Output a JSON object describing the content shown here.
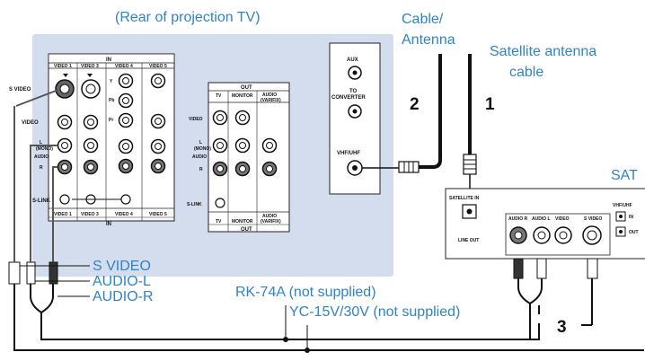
{
  "captions": {
    "rear_title": "(Rear of projection TV)",
    "cable_antenna_line1": "Cable/",
    "cable_antenna_line2": "Antenna",
    "satellite_line1": "Satellite antenna",
    "satellite_line2": "cable",
    "sat": "SAT",
    "s_video": "S VIDEO",
    "audio_l": "AUDIO-L",
    "audio_r": "AUDIO-R",
    "rk74a": "RK-74A (not supplied)",
    "yc15v": "YC-15V/30V (not supplied)"
  },
  "steps": {
    "one": "1",
    "two": "2",
    "three": "3"
  },
  "tv_in_panel": {
    "header": "IN",
    "footer": "IN",
    "columns": [
      "VIDEO 1",
      "VIDEO 3",
      "VIDEO 4",
      "VIDEO 5"
    ],
    "rows": [
      "S VIDEO",
      "VIDEO",
      "L",
      "(MONO)",
      "AUDIO",
      "R",
      "S-LINK"
    ],
    "sub_y": "Y",
    "sub_pb": "Pb",
    "sub_pr": "Pr"
  },
  "tv_out_panel": {
    "header": "OUT",
    "footer": "OUT",
    "columns": [
      "TV",
      "MONITOR",
      "AUDIO",
      "(VARIFIX)"
    ],
    "rows": [
      "VIDEO",
      "L",
      "(MONO)",
      "AUDIO",
      "R",
      "S-LINK"
    ]
  },
  "antenna_panel": {
    "aux": "AUX",
    "to": "TO",
    "converter": "CONVERTER",
    "vhf_uhf": "VHF/UHF"
  },
  "sat_box": {
    "satellite_in": "SATELLITE IN",
    "line_out": "LINE OUT",
    "audio_r": "AUDIO R",
    "audio_l": "AUDIO L",
    "video": "VIDEO",
    "s_video": "S VIDEO",
    "vhf_uhf": "VHF/UHF",
    "in": "IN",
    "out": "OUT"
  },
  "colors": {
    "panel_bg": "#d3ddee",
    "caption": "#2f84c6"
  }
}
